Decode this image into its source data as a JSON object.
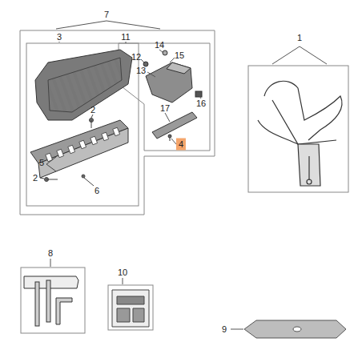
{
  "diagram": {
    "labels": [
      "7",
      "3",
      "11",
      "14",
      "12",
      "15",
      "13",
      "16",
      "17",
      "4",
      "2",
      "5",
      "2",
      "6",
      "1",
      "8",
      "10",
      "9"
    ]
  }
}
